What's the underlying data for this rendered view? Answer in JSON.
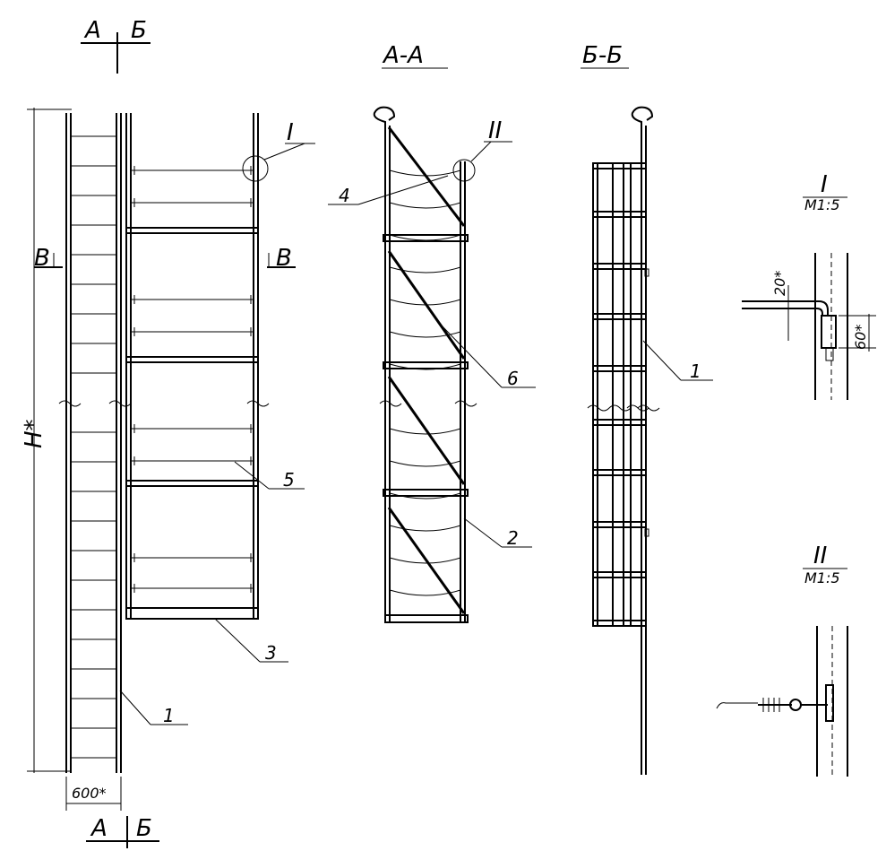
{
  "section_markers": {
    "a": "А",
    "b": "Б",
    "v": "В"
  },
  "views": {
    "section_aa": "А-А",
    "section_bb": "Б-Б"
  },
  "details": {
    "detail_1": "I",
    "detail_2": "II",
    "scale": "М1:5"
  },
  "dimensions": {
    "height": "H*",
    "width": "600*",
    "hook_offset": "20*",
    "clamp_length": "60*"
  },
  "positions": {
    "p1": "1",
    "p2": "2",
    "p3": "3",
    "p4": "4",
    "p5": "5",
    "p6": "6"
  }
}
